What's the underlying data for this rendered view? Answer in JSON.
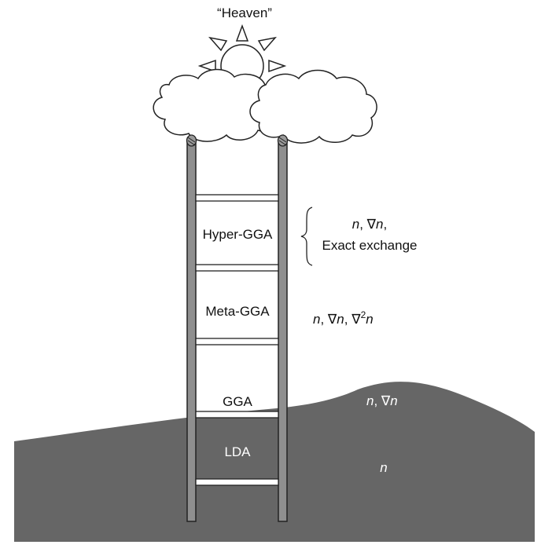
{
  "heaven_label": "“Heaven”",
  "rungs": {
    "hyper_gga": "Hyper-GGA",
    "meta_gga": "Meta-GGA",
    "gga": "GGA",
    "lda": "LDA"
  },
  "ingredients": {
    "hyper": {
      "line1_n": "n",
      "line1_sep": ", ∇",
      "line1_n2": "n",
      "line1_end": ",",
      "line2": "Exact exchange"
    },
    "meta": {
      "n": "n",
      "sep1": ", ∇",
      "n2": "n",
      "sep2": ", ∇",
      "sup": "2",
      "n3": "n"
    },
    "gga": {
      "n": "n",
      "sep": ", ∇",
      "n2": "n"
    },
    "lda": {
      "n": "n"
    }
  },
  "colors": {
    "ground": "#666666",
    "rail": "#8f8f8f",
    "outline": "#222222",
    "cloud": "#ffffff"
  }
}
